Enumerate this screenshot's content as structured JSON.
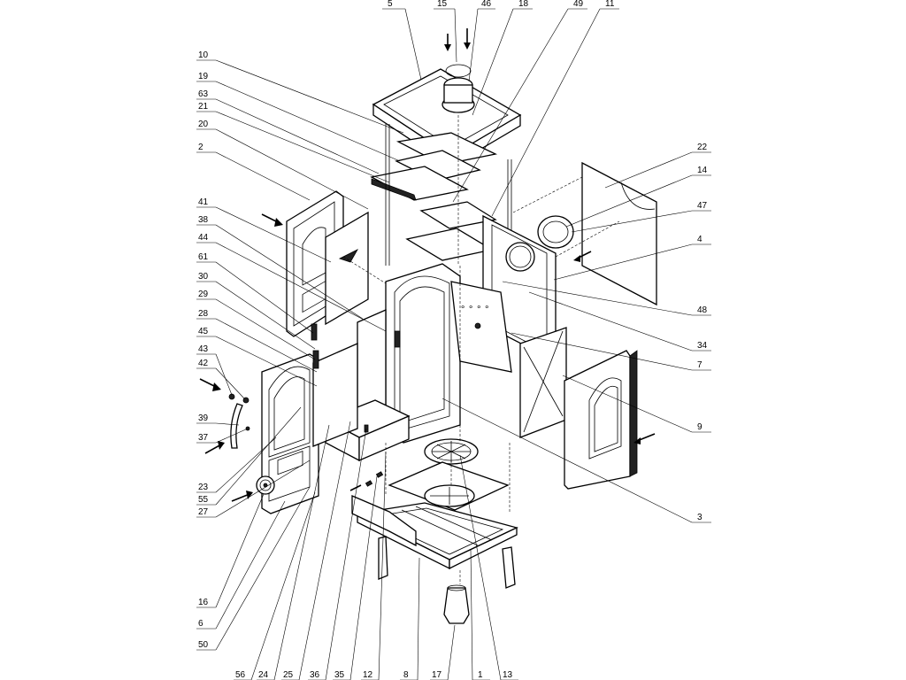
{
  "part_numbers": {
    "p5": "5",
    "p15": "15",
    "p46": "46",
    "p18": "18",
    "p49": "49",
    "p11": "11",
    "p10": "10",
    "p19": "19",
    "p63": "63",
    "p21": "21",
    "p20": "20",
    "p2": "2",
    "p41": "41",
    "p38": "38",
    "p44": "44",
    "p61": "61",
    "p30": "30",
    "p29": "29",
    "p28": "28",
    "p45": "45",
    "p43": "43",
    "p42": "42",
    "p39": "39",
    "p37": "37",
    "p23": "23",
    "p55": "55",
    "p27": "27",
    "p16": "16",
    "p6": "6",
    "p50": "50",
    "p22": "22",
    "p14": "14",
    "p47": "47",
    "p4": "4",
    "p48": "48",
    "p34": "34",
    "p7": "7",
    "p9": "9",
    "p3": "3",
    "b56": "56",
    "b24": "24",
    "b25": "25",
    "b36": "36",
    "b35": "35",
    "b12": "12",
    "b8": "8",
    "b17": "17",
    "b1": "1",
    "b13": "13"
  }
}
